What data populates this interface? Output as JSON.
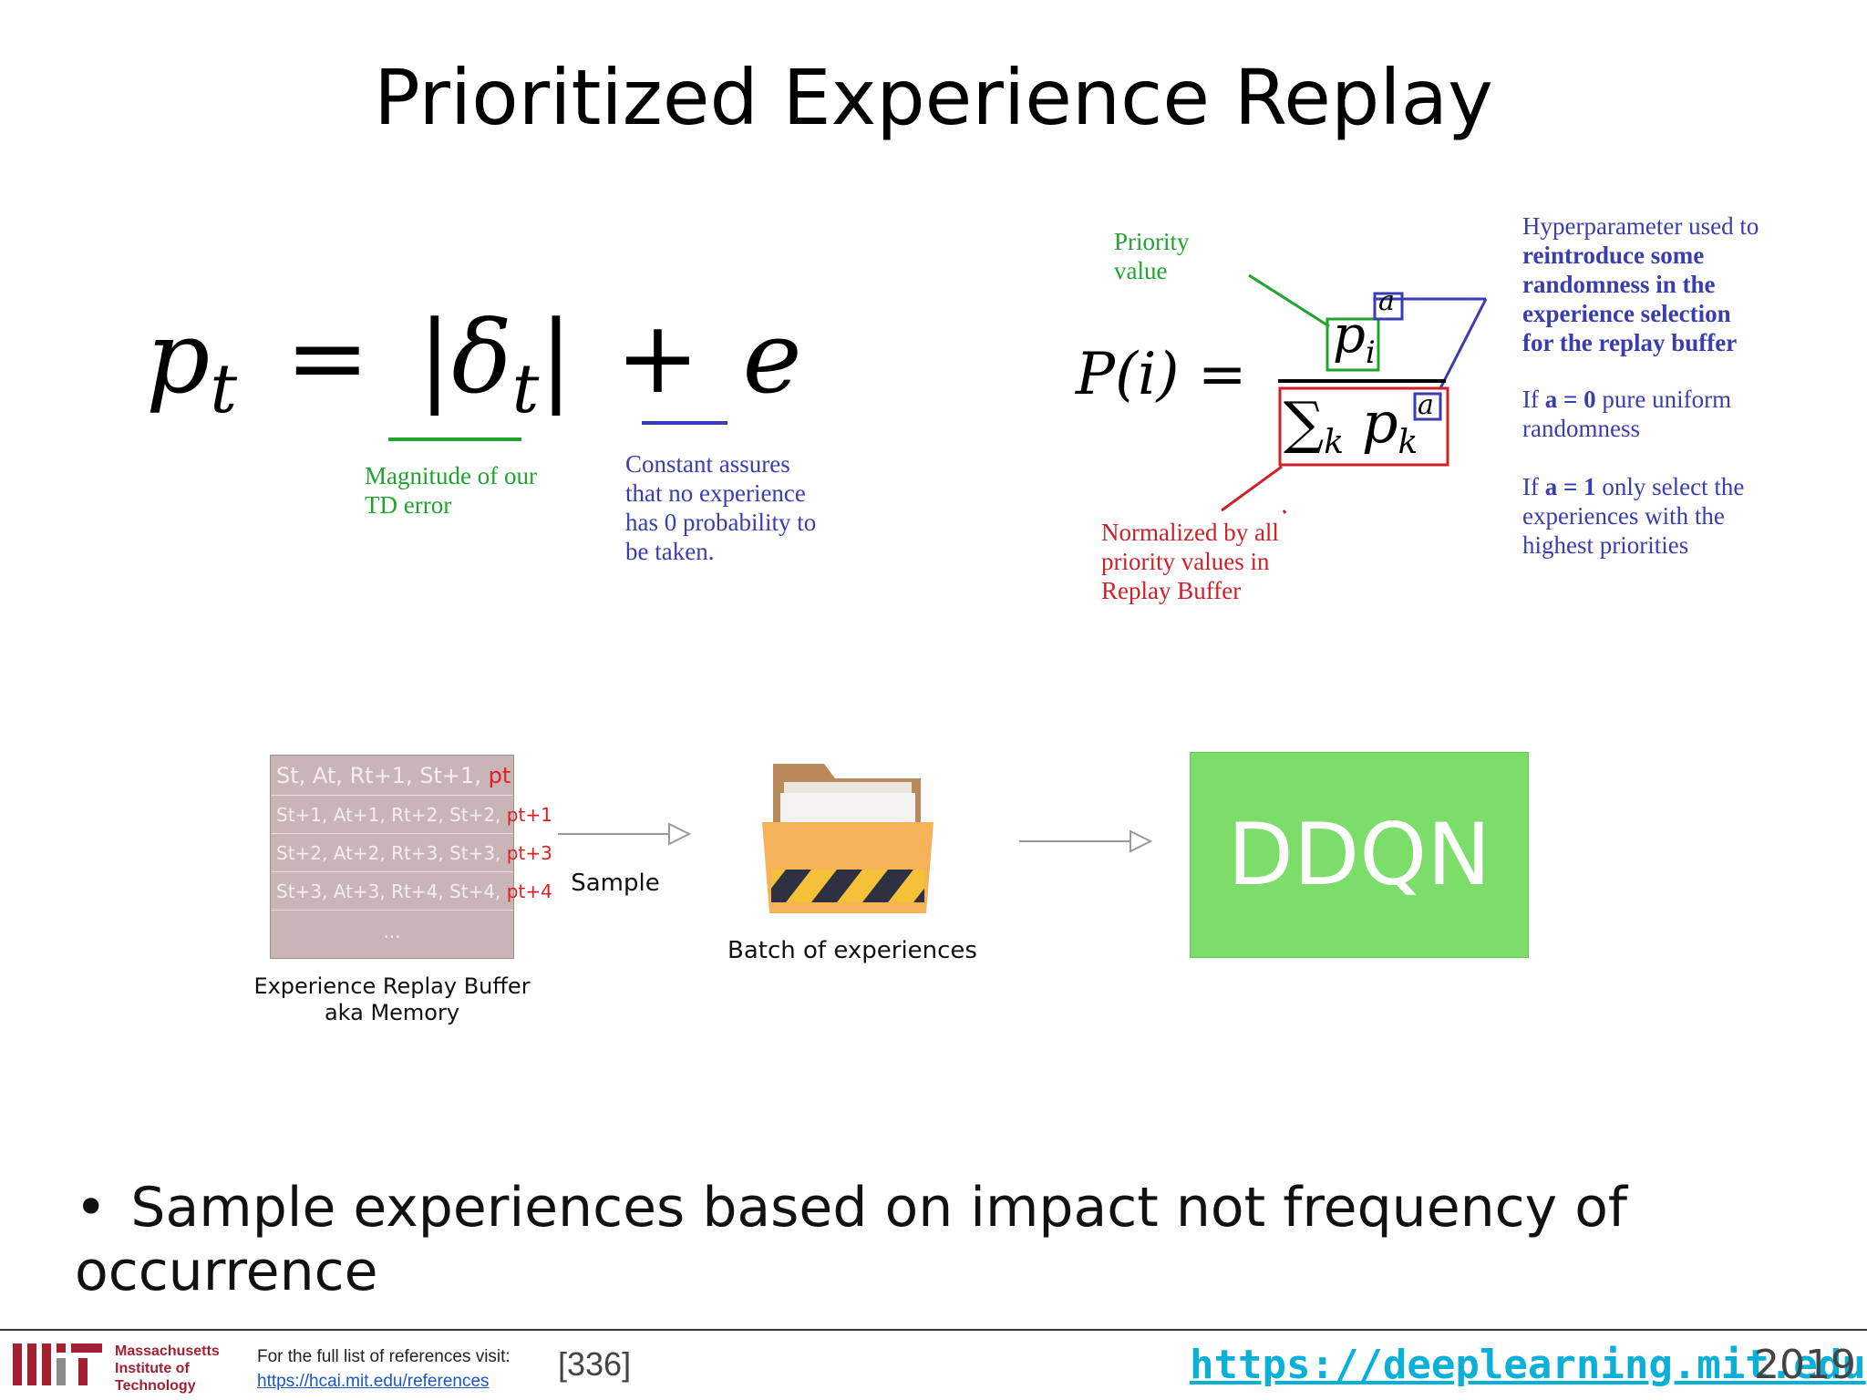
{
  "slide": {
    "title": "Prioritized Experience Replay",
    "bullet": "Sample experiences based on impact not frequency of occurrence"
  },
  "formula1": {
    "lhs": "p",
    "lhs_sub": "t",
    "equals": "=",
    "abs_open": "|",
    "delta": "δ",
    "delta_sub": "t",
    "abs_close": "|",
    "plus": "+",
    "e": "e",
    "ann_magnitude": [
      "Magnitude of our",
      "TD error"
    ],
    "ann_constant": [
      "Constant assures",
      "that no experience",
      "has 0 probability to",
      "be taken."
    ]
  },
  "formula2": {
    "lhs": "P(i) =",
    "num": "p",
    "num_sub": "i",
    "exp": "a",
    "den_sum": "∑",
    "den_sum_sub": "k",
    "den_p": "p",
    "den_p_sub": "k",
    "ann_priority": [
      "Priority",
      "value"
    ],
    "ann_normalized": [
      "Normalized by all",
      "priority values in",
      "Replay Buffer"
    ],
    "ann_hyper_intro": "Hyperparameter used to",
    "ann_hyper_bold": [
      "reintroduce some",
      "randomness in the",
      "experience selection",
      "for the replay buffer"
    ],
    "ann_a0_pre": "If ",
    "ann_a0_bold": "a = 0",
    "ann_a0_post": " pure uniform",
    "ann_a0_line2": "randomness",
    "ann_a1_pre": "If ",
    "ann_a1_bold": "a = 1",
    "ann_a1_post": " only select the",
    "ann_a1_line2": "experiences with the",
    "ann_a1_line3": "highest priorities"
  },
  "buffer": {
    "rows": [
      {
        "text": "St, At, Rt+1, St+1, ",
        "p": "pt"
      },
      {
        "text": "St+1, At+1, Rt+2, St+2, ",
        "p": "pt+1"
      },
      {
        "text": "St+2, At+2, Rt+3, St+3, ",
        "p": "pt+3"
      },
      {
        "text": "St+3, At+3, Rt+4, St+4, ",
        "p": "pt+4"
      }
    ],
    "ellipsis": "...",
    "caption_line1": "Experience Replay Buffer",
    "caption_line2": "aka Memory"
  },
  "flow": {
    "sample_label": "Sample",
    "batch_label": "Batch of experiences",
    "ddqn_label": "DDQN"
  },
  "footer": {
    "mit_line1": "Massachusetts",
    "mit_line2": "Institute of",
    "mit_line3": "Technology",
    "refs_text": "For the full list of references visit:",
    "refs_link": "https://hcai.mit.edu/references",
    "ref_number": "[336]",
    "site": "https://deeplearning.mit.edu",
    "year": "2019"
  },
  "colors": {
    "green": "#1fa52e",
    "blue": "#3a3db0",
    "red": "#d01f26",
    "ddqn_bg": "#7ddd6b",
    "buffer_bg": "#c9b5b5",
    "site_link": "#0ab0d8",
    "mit_red": "#a31f34"
  }
}
